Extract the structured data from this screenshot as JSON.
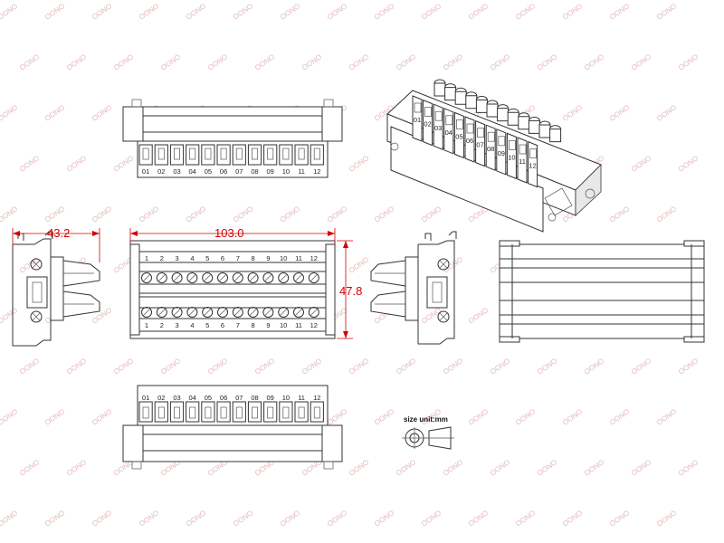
{
  "watermark": "OONO",
  "dimensions": {
    "depth": "43.2",
    "width": "103.0",
    "height": "47.8"
  },
  "terminal_labels": [
    "1",
    "2",
    "3",
    "4",
    "5",
    "6",
    "7",
    "8",
    "9",
    "10",
    "11",
    "12"
  ],
  "terminal_labels_padded": [
    "01",
    "02",
    "03",
    "04",
    "05",
    "06",
    "07",
    "08",
    "09",
    "10",
    "11",
    "12"
  ],
  "size_unit": "size unit:mm",
  "colors": {
    "line": "#333333",
    "dimension": "#d40000",
    "watermark": "#e3b9b9"
  }
}
